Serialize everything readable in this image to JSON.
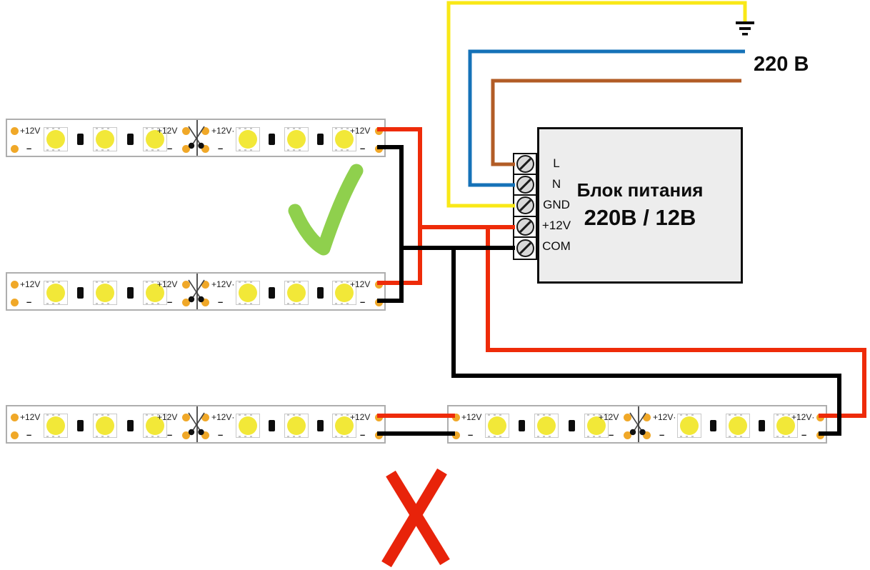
{
  "mains": {
    "voltage_label": "220 В"
  },
  "psu": {
    "title_line1": "Блок питания",
    "title_line2": "220В / 12В",
    "terminals": [
      "L",
      "N",
      "GND",
      "+12V",
      "COM"
    ]
  },
  "strips": [
    {
      "id": "led-strip-top",
      "pads": [
        {
          "plus": "+12V",
          "minus": "–"
        },
        {
          "plus": "+12V",
          "minus": "–"
        },
        {
          "plus": "+12V·",
          "minus": "–"
        },
        {
          "plus": "+12V",
          "minus": "–"
        }
      ]
    },
    {
      "id": "led-strip-middle",
      "pads": [
        {
          "plus": "+12V",
          "minus": "–"
        },
        {
          "plus": "+12V",
          "minus": "–"
        },
        {
          "plus": "+12V·",
          "minus": "–"
        },
        {
          "plus": "+12V",
          "minus": "–"
        }
      ]
    },
    {
      "id": "led-strip-bottom-left",
      "pads": [
        {
          "plus": "+12V",
          "minus": "–"
        },
        {
          "plus": "+12V",
          "minus": "–"
        },
        {
          "plus": "+12V·",
          "minus": "–"
        },
        {
          "plus": "+12V",
          "minus": "–"
        }
      ]
    },
    {
      "id": "led-strip-bottom-right",
      "pads": [
        {
          "plus": "+12V",
          "minus": "–"
        },
        {
          "plus": "+12V",
          "minus": "–"
        },
        {
          "plus": "+12V·",
          "minus": "–"
        },
        {
          "plus": "+12V·",
          "minus": "–"
        }
      ]
    }
  ],
  "colors": {
    "earth_wire": "#f9e817",
    "neutral_wire": "#1572b8",
    "line_wire": "#b25c26",
    "plus12v_wire": "#ee2b09",
    "common_wire": "#000000",
    "solder_pad": "#f0a828",
    "led_chip": "#f2e838",
    "check_mark": "#8fd04d",
    "cross_mark": "#e8230a"
  },
  "icons": [
    "earth-ground-icon",
    "scissors-cut-icon",
    "screw-terminal-icon",
    "checkmark-icon",
    "cross-icon"
  ]
}
